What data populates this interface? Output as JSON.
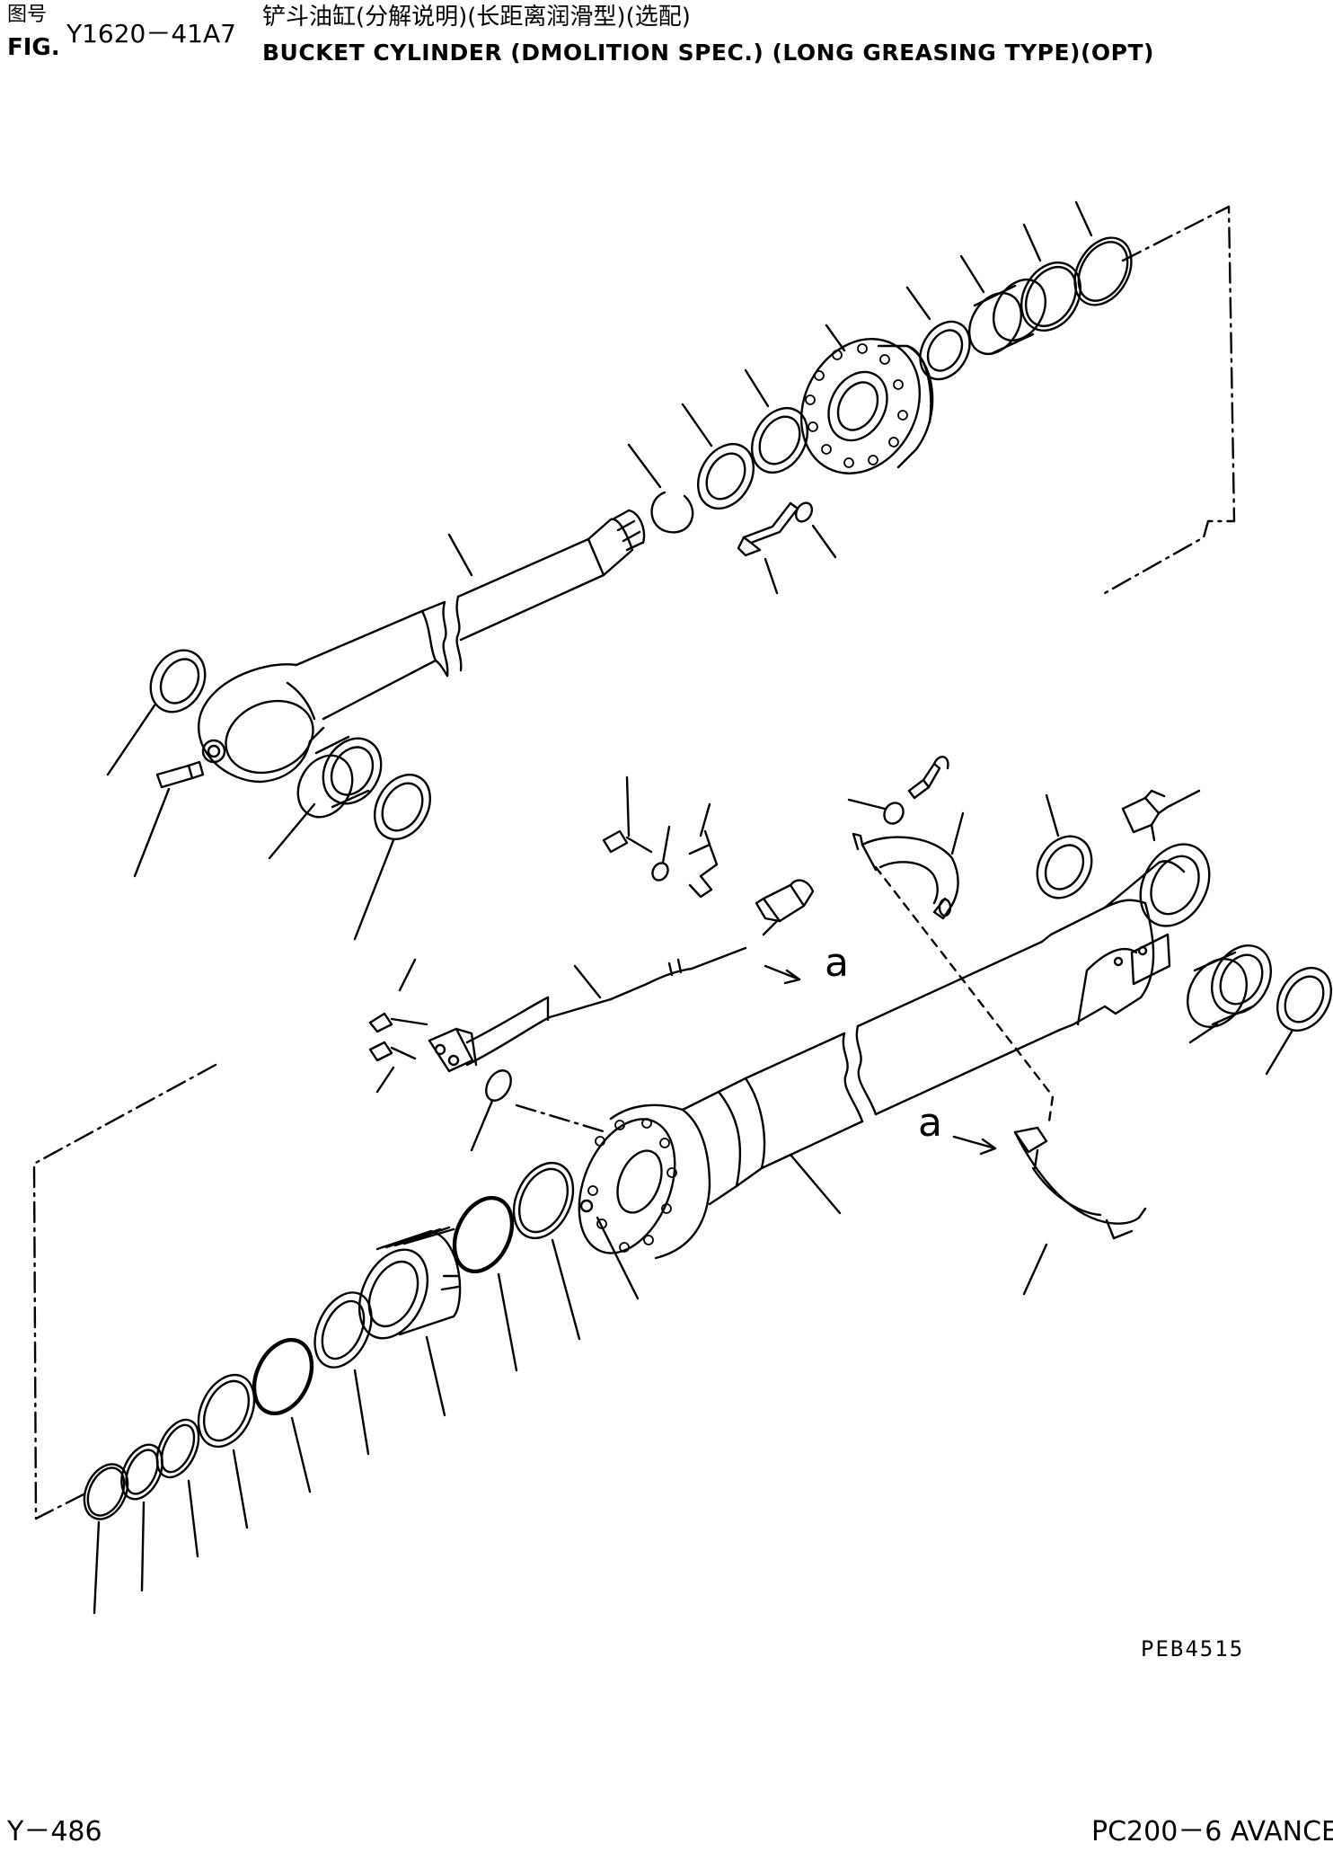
{
  "header": {
    "fig_label_cn": "图号",
    "fig_label_en": "FIG.",
    "fig_number": "Y1620－41A7",
    "title_cn": "铲斗油缸(分解说明)(长距离润滑型)(选配)",
    "title_en": "BUCKET CYLINDER (DMOLITION SPEC.) (LONG GREASING TYPE)(OPT)"
  },
  "view_label": "a",
  "drawing_code": "PEB4515",
  "footer": {
    "page_number": "Y－486",
    "model": "PC200－6 AVANCE"
  }
}
